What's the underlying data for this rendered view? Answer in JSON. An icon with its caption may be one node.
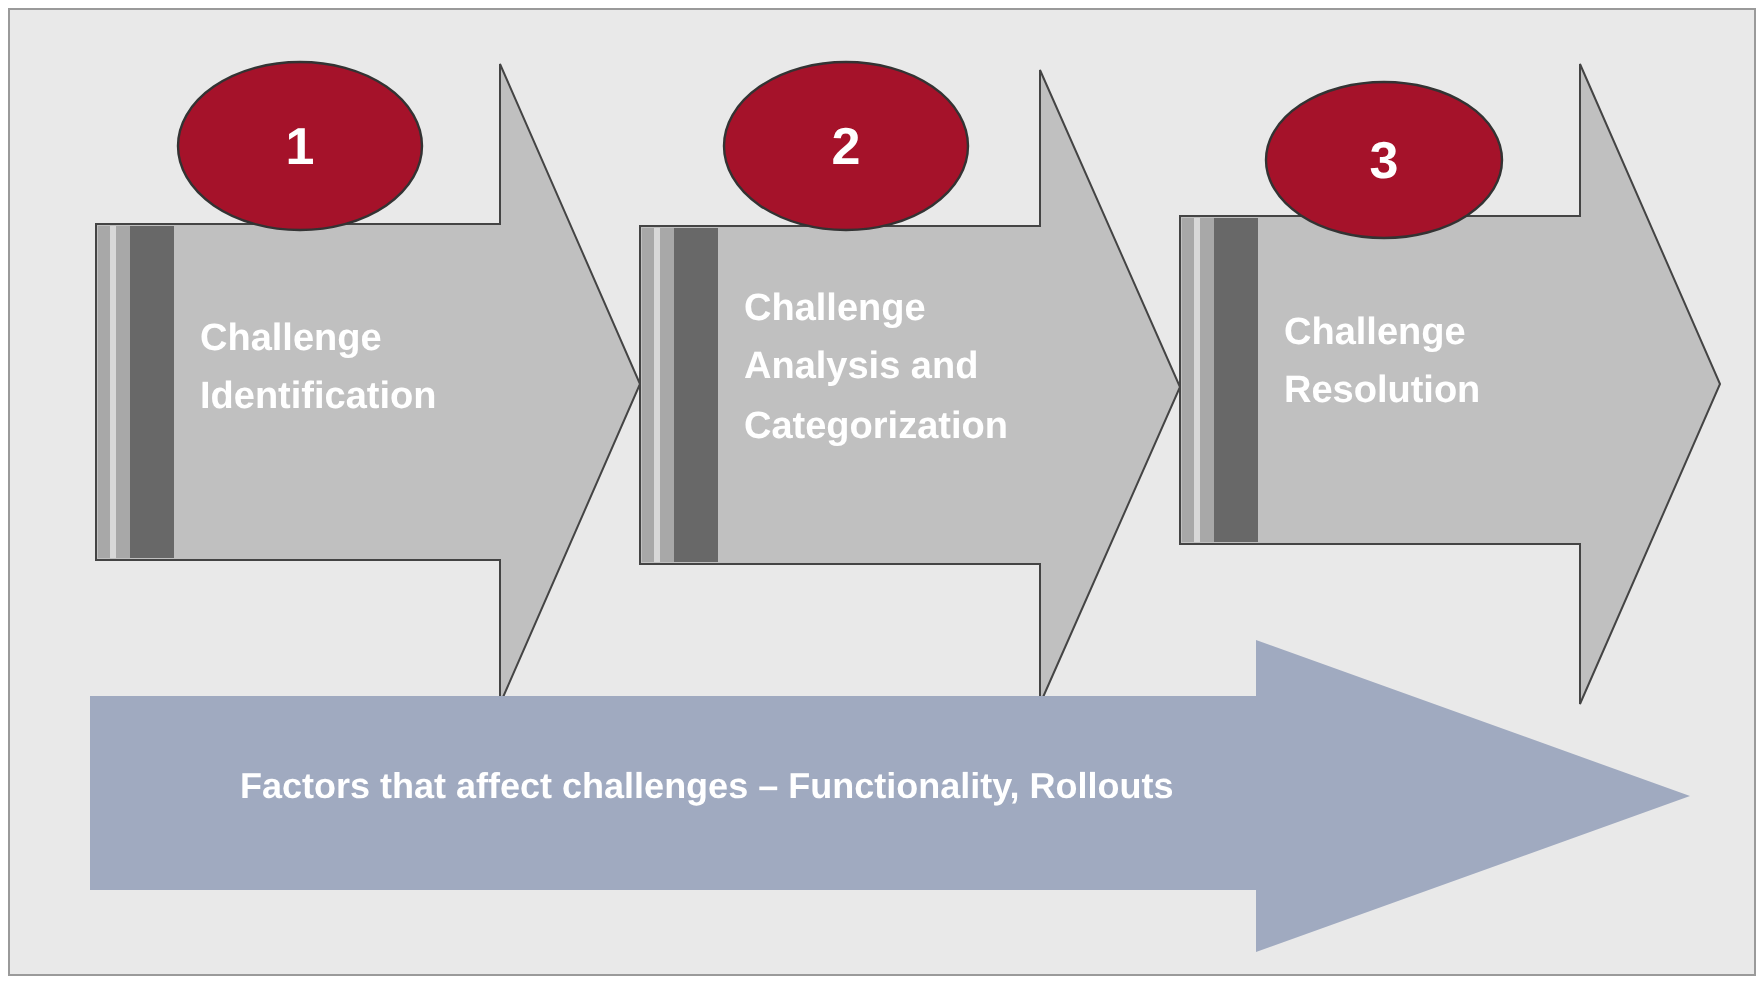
{
  "diagram": {
    "nodes": [
      {
        "text": [
          "1"
        ]
      },
      {
        "text": [
          "Challenge Identification"
        ]
      },
      {
        "text": [
          "2"
        ]
      },
      {
        "text": [
          "Challenge Analysis and Categorization"
        ]
      },
      {
        "text": [
          "3"
        ]
      },
      {
        "text": [
          "Challenge Resolution"
        ]
      },
      {
        "text": [
          "Factors that affect challenges – Functionality, Rollouts"
        ]
      }
    ]
  }
}
